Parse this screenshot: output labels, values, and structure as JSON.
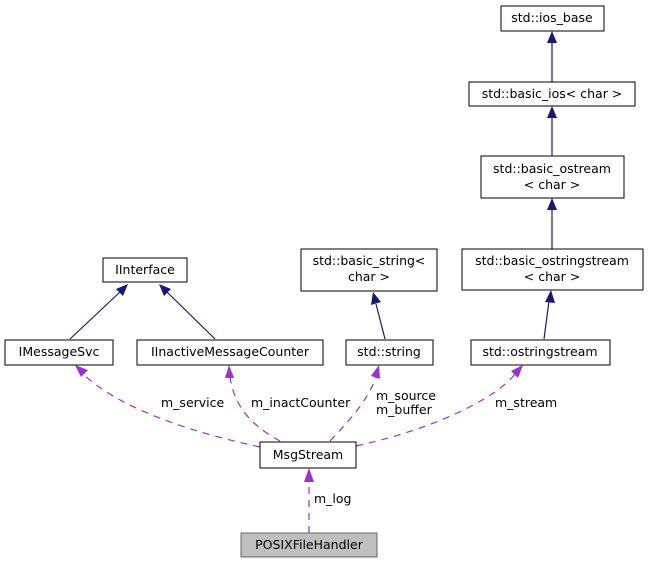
{
  "colors": {
    "inheritance": "#191970",
    "association": "#9a32cd",
    "focus_fill": "#bfbfbf"
  },
  "nodes": {
    "ios_base": "std::ios_base",
    "basic_ios": "std::basic_ios< char >",
    "basic_ostream_l1": "std::basic_ostream",
    "basic_ostream_l2": "< char >",
    "basic_string_l1": "std::basic_string<",
    "basic_string_l2": "char >",
    "basic_ostringstream_l1": "std::basic_ostringstream",
    "basic_ostringstream_l2": "< char >",
    "iinterface": "IInterface",
    "imessagesvc": "IMessageSvc",
    "iinactive": "IInactiveMessageCounter",
    "string": "std::string",
    "ostringstream": "std::ostringstream",
    "msgstream": "MsgStream",
    "posix": "POSIXFileHandler"
  },
  "edge_labels": {
    "m_service": "m_service",
    "m_inactCounter": "m_inactCounter",
    "m_source": "m_source",
    "m_buffer": "m_buffer",
    "m_stream": "m_stream",
    "m_log": "m_log"
  }
}
